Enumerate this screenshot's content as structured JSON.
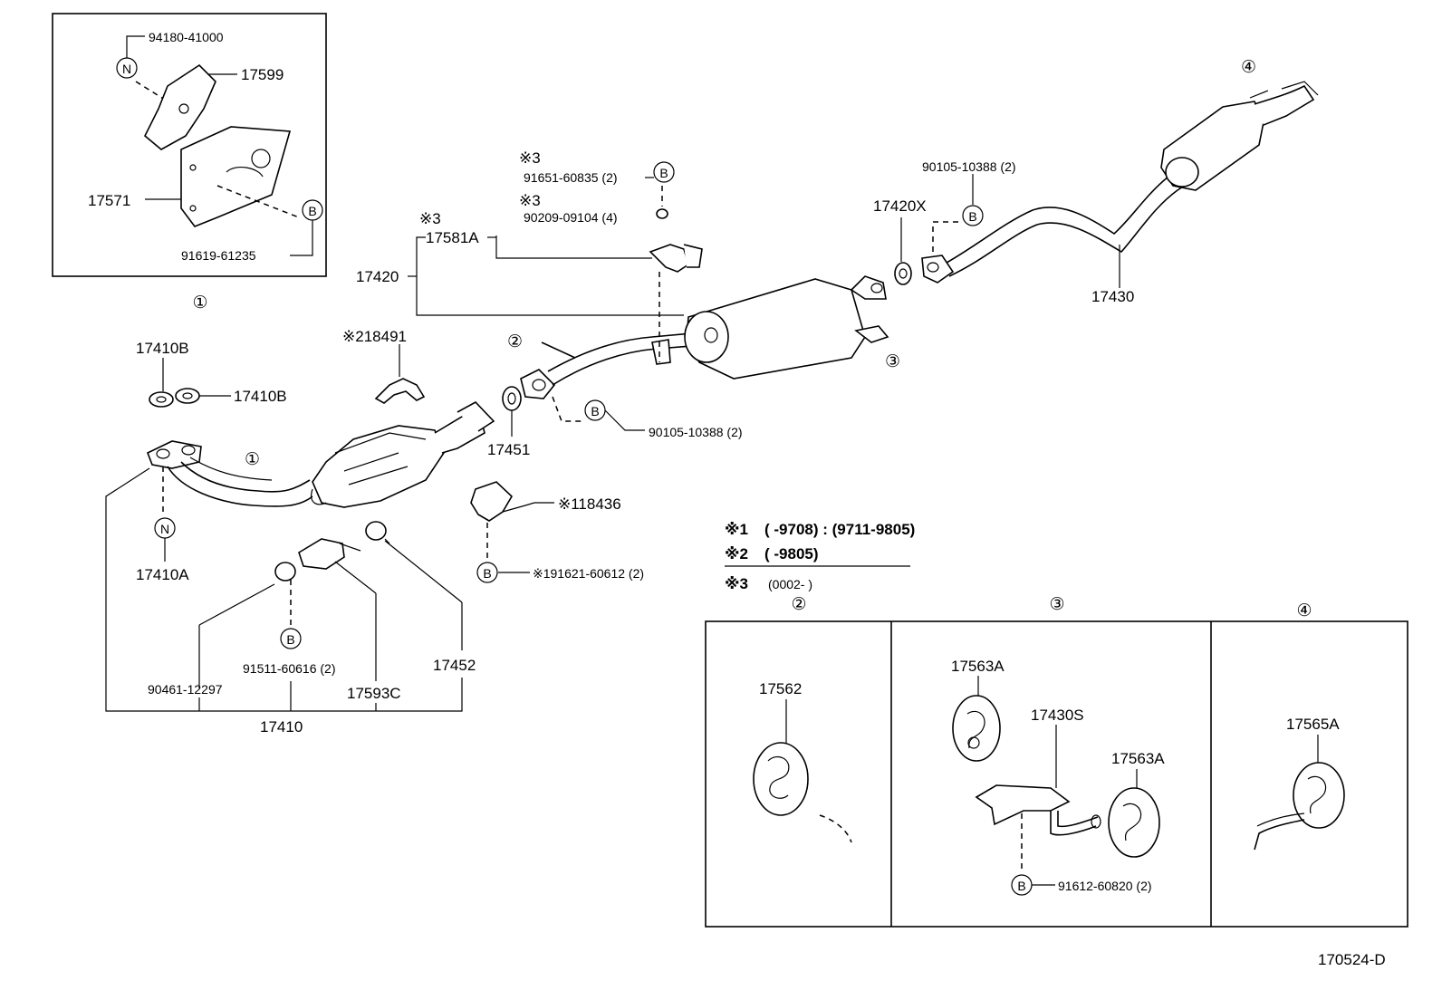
{
  "inset": {
    "ref_mark": "①",
    "labels": {
      "n_marker": "N",
      "bolt_n": "94180-41000",
      "part_17599": "17599",
      "part_17571": "17571",
      "b_marker": "B",
      "bolt_b": "91619-61235"
    }
  },
  "parts": {
    "p17410B_top": "17410B",
    "p17410B_side": "17410B",
    "p218491": "※218491",
    "front_pipe_ref": "①",
    "n_marker": "N",
    "p17410A": "17410A",
    "p90461": "90461-12297",
    "b_marker_lower": "B",
    "p91511": "91511-60616 (2)",
    "p17593C": "17593C",
    "p17452": "17452",
    "p17410": "17410",
    "p17451": "17451",
    "ref2": "②",
    "b_marker_mid": "B",
    "p90105_mid": "90105-10388 (2)",
    "p118436": "※118436",
    "b_marker_hanger": "B",
    "p91621": "※191621-60612 (2)",
    "note3_a": "※3",
    "p91651": "91651-60835 (2)",
    "b_marker_top": "B",
    "note3_b": "※3",
    "p90209": "90209-09104 (4)",
    "note3_c": "※3",
    "p17581A": "17581A",
    "p17420": "17420",
    "p17420X": "17420X",
    "p90105_top": "90105-10388 (2)",
    "b_marker_right": "B",
    "p17430": "17430",
    "ref3": "③",
    "ref4": "④"
  },
  "notes": {
    "n1_mark": "※1",
    "n1_text": "(        -9708) : (9711-9805)",
    "n2_mark": "※2",
    "n2_text": "(        -9805)",
    "n3_mark": "※3",
    "n3_text": "(0002-        )"
  },
  "detail_boxes": [
    {
      "ref": "②",
      "parts": [
        "17562"
      ]
    },
    {
      "ref": "③",
      "parts": [
        "17563A",
        "17430S",
        "17563A"
      ],
      "b_marker": "B",
      "bolt": "91612-60820 (2)"
    },
    {
      "ref": "④",
      "parts": [
        "17565A"
      ]
    }
  ],
  "figure_code": "170524-D"
}
